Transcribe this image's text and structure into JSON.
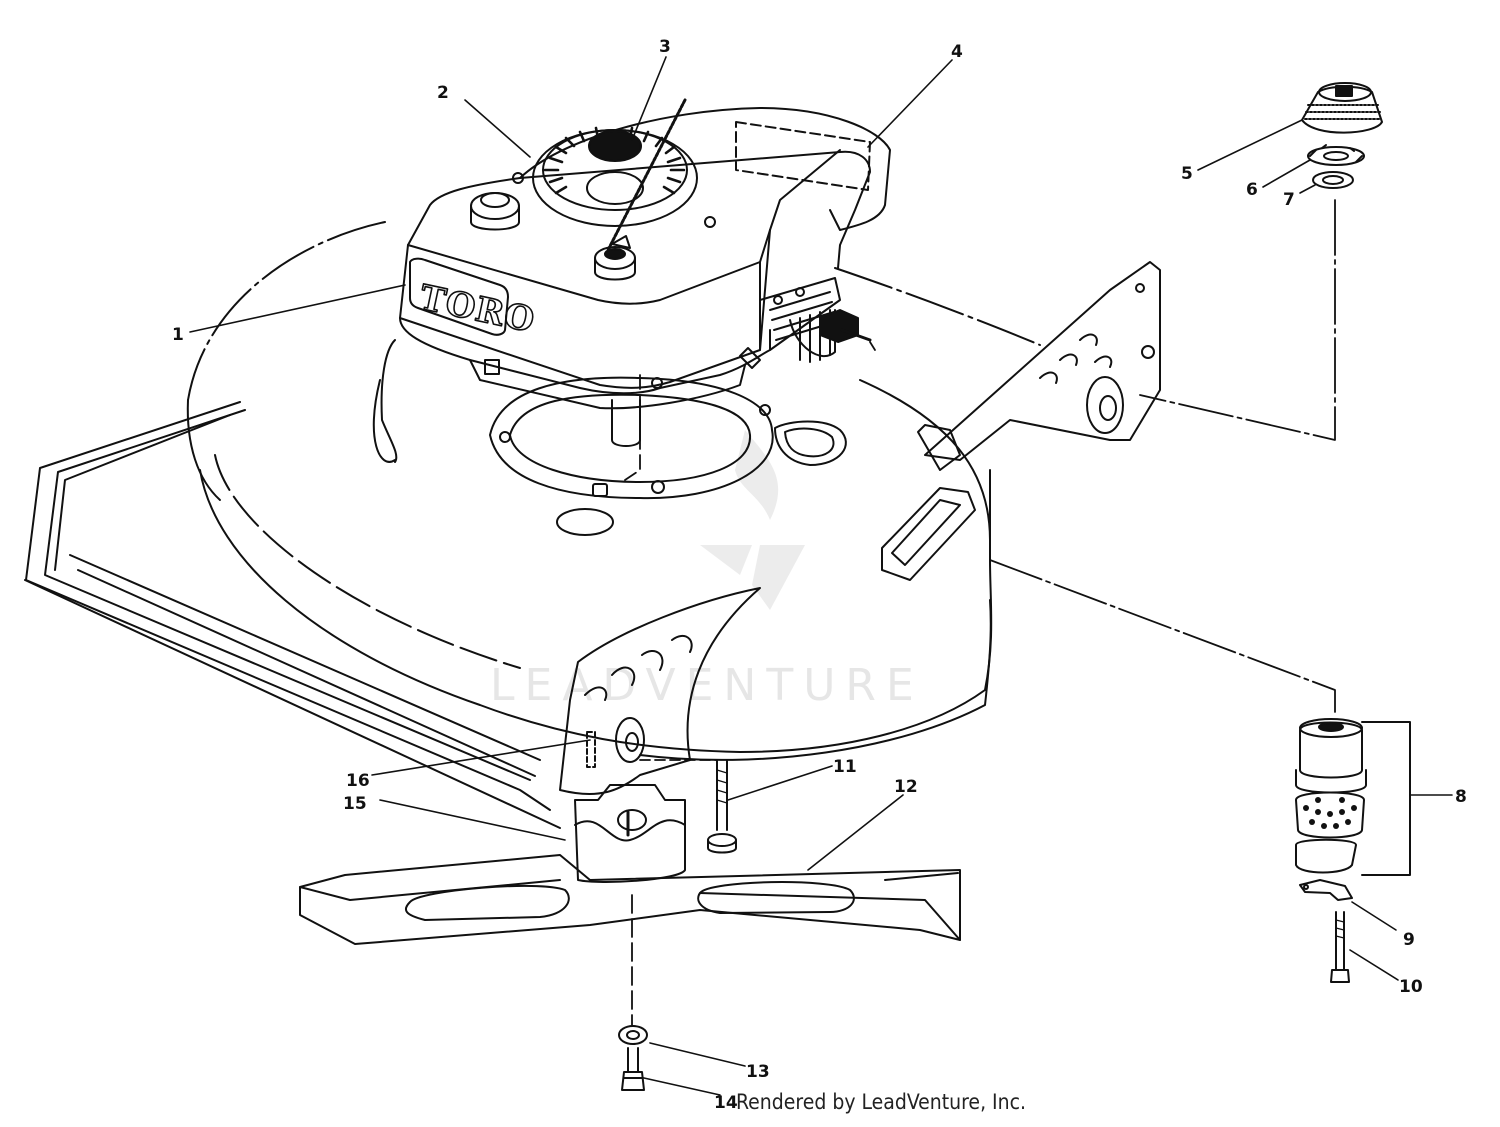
{
  "parts": [
    {
      "label": "1"
    },
    {
      "label": "2"
    },
    {
      "label": "3"
    },
    {
      "label": "4"
    },
    {
      "label": "5"
    },
    {
      "label": "6"
    },
    {
      "label": "7"
    },
    {
      "label": "8"
    },
    {
      "label": "9"
    },
    {
      "label": "10"
    },
    {
      "label": "11"
    },
    {
      "label": "12"
    },
    {
      "label": "13"
    },
    {
      "label": "14"
    },
    {
      "label": "15"
    },
    {
      "label": "16"
    }
  ],
  "engine": {
    "brand": "TORO"
  },
  "watermark": {
    "text": "LEADVENTURE"
  },
  "credit": "Rendered by LeadVenture, Inc.",
  "colors": {
    "line": "#111111",
    "watermark": "#e6e6e6"
  }
}
